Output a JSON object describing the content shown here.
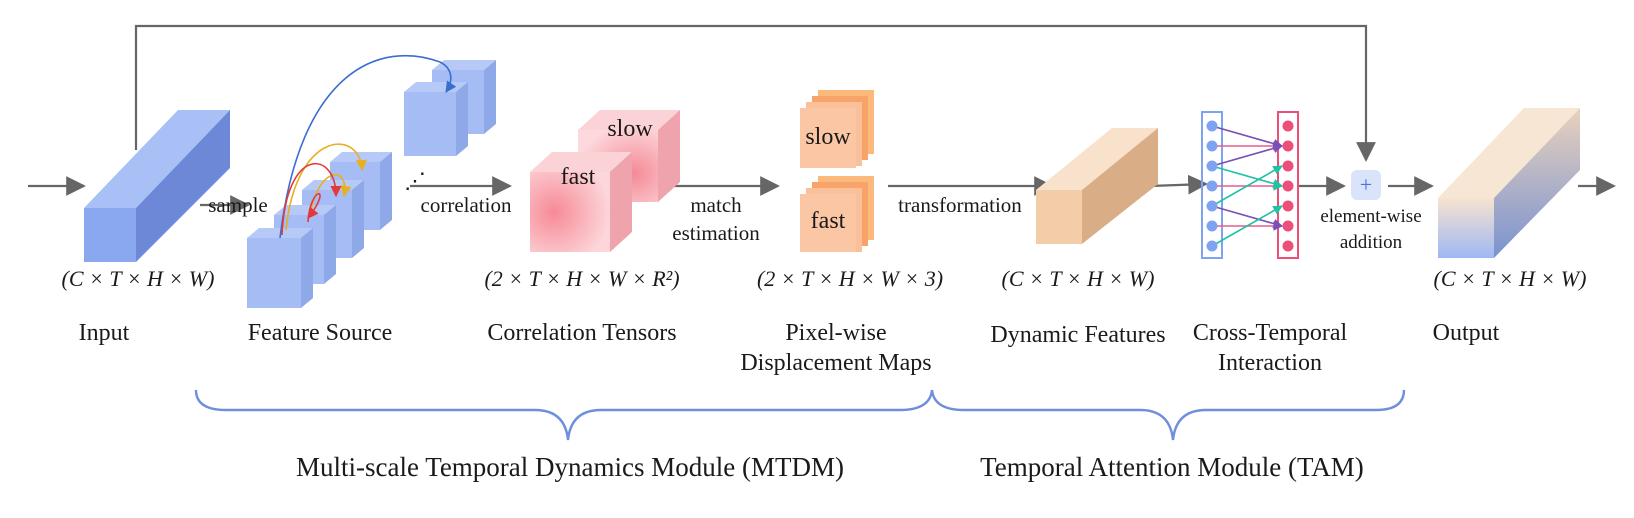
{
  "stages": {
    "input": {
      "name": "Input",
      "dims": "(C × T × H × W)"
    },
    "feature_source": {
      "name": "Feature Source"
    },
    "correlation_tensors": {
      "name": "Correlation Tensors",
      "dims": "(2 × T × H × W × R²)",
      "fast": "fast",
      "slow": "slow"
    },
    "displacement_maps": {
      "name_line1": "Pixel-wise",
      "name_line2": "Displacement Maps",
      "dims": "(2 × T × H × W × 3)",
      "fast": "fast",
      "slow": "slow"
    },
    "dynamic_features": {
      "name": "Dynamic Features",
      "dims": "(C × T × H × W)"
    },
    "cross_temporal": {
      "name_line1": "Cross-Temporal",
      "name_line2": "Interaction"
    },
    "output": {
      "name": "Output",
      "dims": "(C × T × H × W)"
    }
  },
  "operations": {
    "sample": "sample",
    "correlation": "correlation",
    "match_line1": "match",
    "match_line2": "estimation",
    "transformation": "transformation",
    "add_line1": "element-wise",
    "add_line2": "addition",
    "add_symbol": "+"
  },
  "modules": {
    "mtdm": "Multi-scale Temporal Dynamics Module (MTDM)",
    "tam": "Temporal Attention Module (TAM)"
  },
  "colors": {
    "blue_front": "#8aa8f0",
    "blue_top": "#a8c0f6",
    "blue_side": "#6c88d6",
    "peach_front": "#f3cca8",
    "peach_top": "#f9e2cb",
    "peach_side": "#d9ad86",
    "pink": "#f59aa3",
    "orange": "#f9b073",
    "arrow": "#666666",
    "brace": "#6f8fdd",
    "blue_node": "#7fa3f3",
    "pink_node": "#ec4f7a",
    "purple_edge": "#7a4fb8",
    "teal_edge": "#1fc2a5"
  }
}
